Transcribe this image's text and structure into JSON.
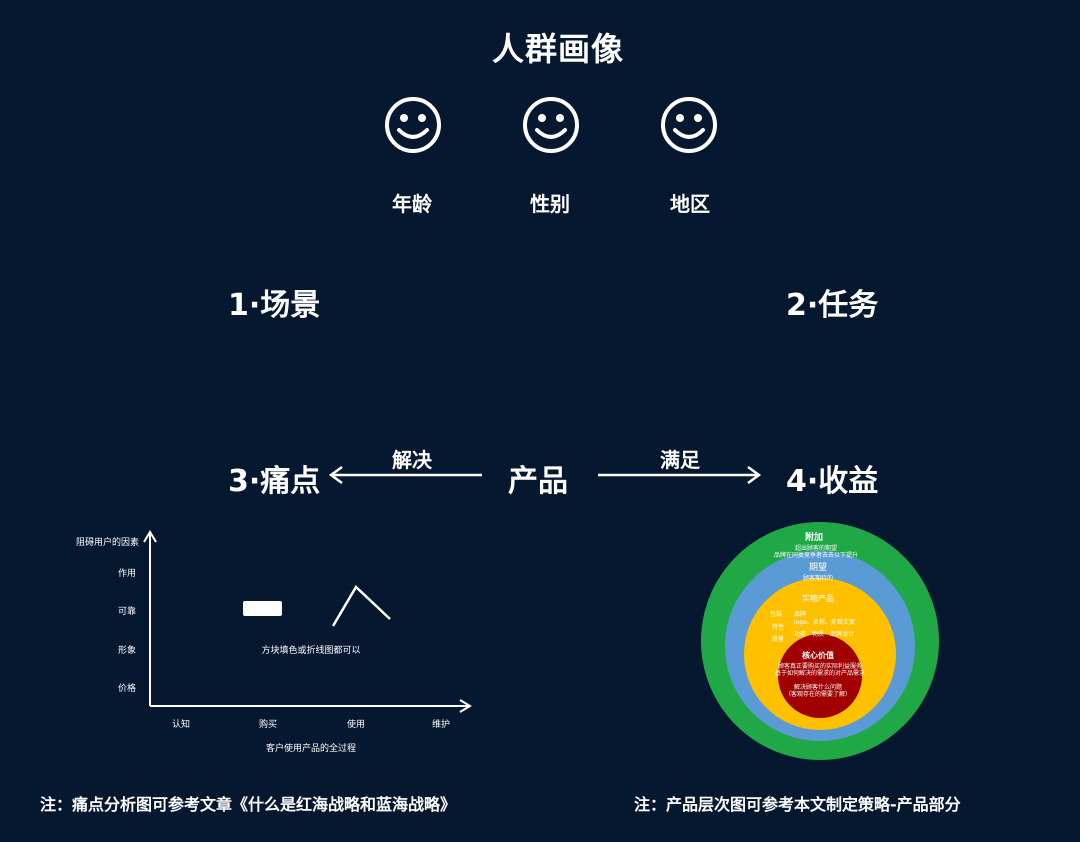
{
  "persona": {
    "title": "人群画像",
    "items": [
      {
        "icon": "smiley-icon",
        "label": "年龄"
      },
      {
        "icon": "smiley-icon",
        "label": "性别"
      },
      {
        "icon": "smiley-icon",
        "label": "地区"
      }
    ]
  },
  "framework": {
    "scene": "1·场景",
    "task": "2·任务",
    "pain": "3·痛点",
    "benefit": "4·收益",
    "product": "产品",
    "left_arrow_label": "解决",
    "right_arrow_label": "满足"
  },
  "pain_chart": {
    "y_title": "阻碍用户的因素",
    "y_labels": [
      "作用",
      "可靠",
      "形象",
      "价格"
    ],
    "x_labels": [
      "认知",
      "购买",
      "使用",
      "维护"
    ],
    "x_title": "客户使用产品的全过程",
    "hint": "方块填色或折线图都可以"
  },
  "product_layers": {
    "colors": {
      "outer": "#1fa845",
      "expect": "#5b9bd5",
      "actual": "#ffc000",
      "core": "#a00000"
    },
    "outer": {
      "title": "附加",
      "lines": [
        "超出顾客的期望",
        "品牌在同类竞争者去去以下提升"
      ]
    },
    "expect": {
      "title": "期望",
      "lines": [
        "顾客期待的"
      ]
    },
    "actual": {
      "title": "实物产品",
      "left": [
        "包装",
        "特性",
        "质量"
      ],
      "right": [
        "品牌",
        "logo、名称、外观文案",
        "功能　物质　品牌设计"
      ]
    },
    "core": {
      "title": "核心价值",
      "lines": [
        "顾客真正要购买的实际利益服务",
        "基于如何解决的需求的对产品需求"
      ],
      "sub": [
        "解决顾客什么问题",
        "（客观存在的需要了解）"
      ]
    }
  },
  "notes": {
    "left": "注：痛点分析图可参考文章《什么是红海战略和蓝海战略》",
    "right": "注：产品层次图可参考本文制定策略-产品部分"
  }
}
